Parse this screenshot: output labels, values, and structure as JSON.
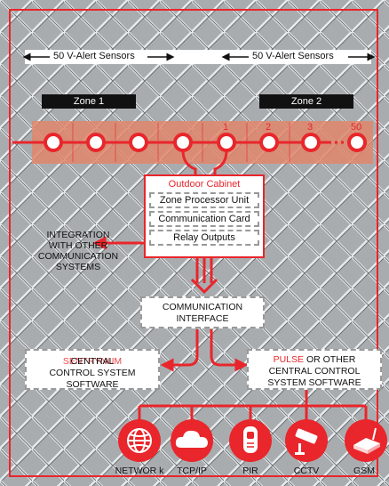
{
  "sensors": {
    "left_label": "50 V-Alert Sensors",
    "right_label": "50 V-Alert Sensors",
    "zone1": "Zone 1",
    "zone2": "Zone 2",
    "numbers": [
      "1",
      "2",
      "3",
      "50"
    ]
  },
  "cabinet": {
    "title": "Outdoor Cabinet",
    "zone_processor": "Zone Processor Unit",
    "comm_card": "Communication Card",
    "relay": "Relay Outputs"
  },
  "integration": {
    "line1": "INTEGRATION",
    "line2": "WITH OTHER",
    "line3": "COMMUNICATION",
    "line4": "SYSTEMS"
  },
  "comm_interface": {
    "line1": "COMMUNICATION",
    "line2": "INTERFACE"
  },
  "central_left": {
    "overprint": "SENTRYNUM",
    "line1": "CENTRAL",
    "line2": "CONTROL SYSTEM",
    "line3": "SOFTWARE"
  },
  "central_right": {
    "brand": "PULSE",
    "line1_rest": " OR OTHER",
    "line2": "CENTRAL CONTROL",
    "line3": "SYSTEM SOFTWARE"
  },
  "devices": [
    {
      "label": "NETWOR k",
      "icon": "network-globe-icon"
    },
    {
      "label": "TCP/IP",
      "icon": "cloud-icon"
    },
    {
      "label": "PIR",
      "icon": "pir-sensor-icon"
    },
    {
      "label": "CCTV",
      "icon": "cctv-camera-icon"
    },
    {
      "label": "GSM",
      "icon": "gsm-modem-icon"
    }
  ],
  "colors": {
    "accent": "#e8262b",
    "band": "#e0866b",
    "background": "#a9acaf"
  }
}
